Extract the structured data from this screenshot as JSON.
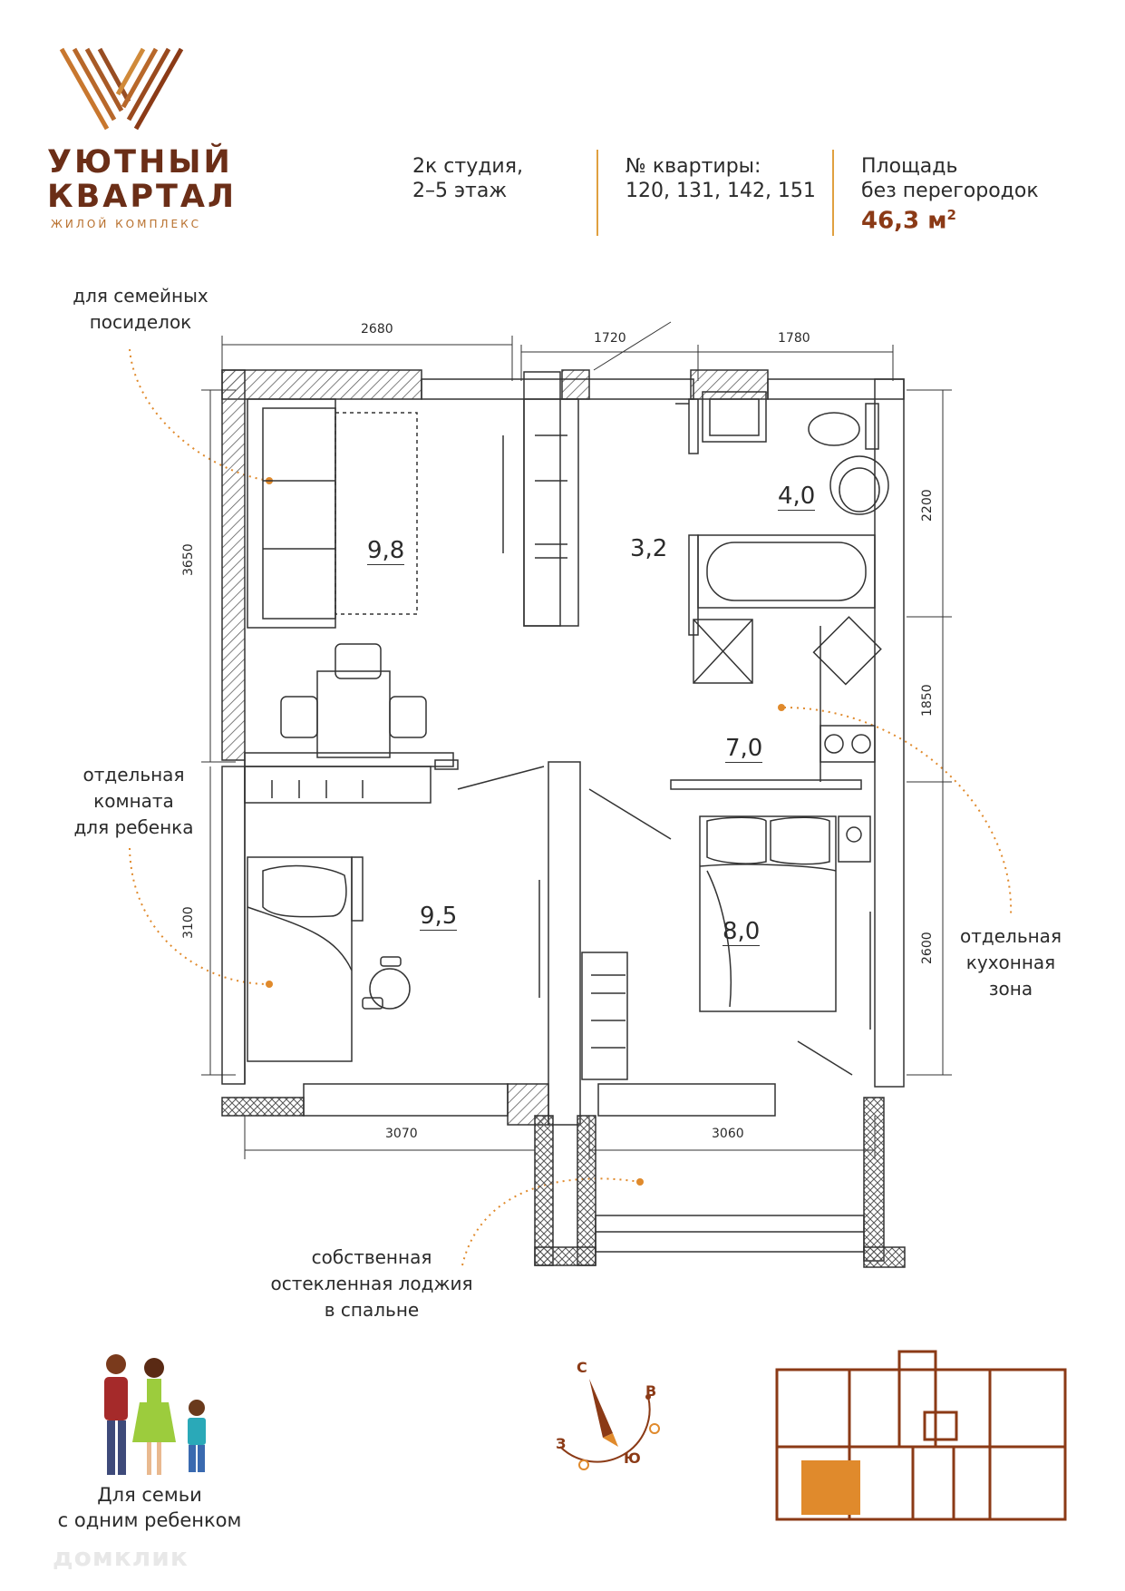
{
  "brand": {
    "line1": "УЮТНЫЙ",
    "line2": "КВАРТАЛ",
    "tagline": "ЖИЛОЙ КОМПЛЕКС",
    "colors": {
      "dark": "#6b2e17",
      "accent": "#e08a2c"
    }
  },
  "header": {
    "type_line1": "2к студия,",
    "type_line2": "2–5 этаж",
    "apartments_label": "№ квартиры:",
    "apartments_value": "120, 131, 142, 151",
    "area_label1": "Площадь",
    "area_label2": "без перегородок",
    "area_value": "46,3 м",
    "area_unit_sup": "2"
  },
  "callouts": {
    "family": {
      "line1": "для семейных",
      "line2": "посиделок"
    },
    "child": {
      "line1": "отдельная",
      "line2": "комната",
      "line3": "для ребенка"
    },
    "kitchen": {
      "line1": "отдельная",
      "line2": "кухонная",
      "line3": "зона"
    },
    "loggia": {
      "line1": "собственная",
      "line2": "остекленная лоджия",
      "line3": "в спальне"
    }
  },
  "dimensions": {
    "top_left": "2680",
    "top_mid": "1720",
    "top_right": "1780",
    "left_top": "3650",
    "left_bottom": "3100",
    "right_top": "2200",
    "right_mid": "1850",
    "right_bottom": "2600",
    "bottom_left": "3070",
    "bottom_right": "3060"
  },
  "rooms": {
    "living": "9,8",
    "hall": "3,2",
    "bath": "4,0",
    "kitchen": "7,0",
    "child": "9,5",
    "bedroom": "8,0"
  },
  "compass": {
    "n": "С",
    "e": "В",
    "s": "Ю",
    "w": "З"
  },
  "family": {
    "line1": "Для семьи",
    "line2": "с одним ребенком"
  },
  "watermark": "домклик"
}
